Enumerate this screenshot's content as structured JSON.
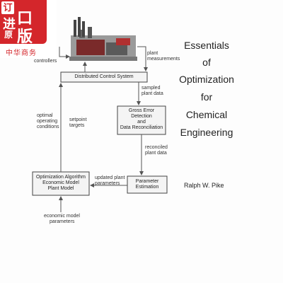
{
  "badge": {
    "ding": "订",
    "chars": [
      "进",
      "原",
      "口",
      "版"
    ],
    "sub": "中华商务"
  },
  "diagram": {
    "controllers": "controllers",
    "plant_measurements": [
      "plant",
      "measurements"
    ],
    "dcs": "Distributed Control System",
    "sampled": [
      "sampled",
      "plant data"
    ],
    "gross_error": [
      "Gross Error",
      "Detection",
      "and",
      "Data Reconciliation"
    ],
    "optimal": [
      "optimal",
      "operating",
      "conditions"
    ],
    "setpoint": [
      "setpoint",
      "targets"
    ],
    "reconciled": [
      "reconciled",
      "plant data"
    ],
    "optimization_box": [
      "Optimization Algorithm",
      "Economic Model",
      "Plant Model"
    ],
    "updated": [
      "updated plant",
      "parameters"
    ],
    "parameter_box": [
      "Parameter",
      "Estimation"
    ],
    "economic": [
      "economic model",
      "parameters"
    ]
  },
  "title": [
    "Essentials",
    "of",
    "Optimization",
    "for",
    "Chemical",
    "Engineering"
  ],
  "author": "Ralph W. Pike"
}
